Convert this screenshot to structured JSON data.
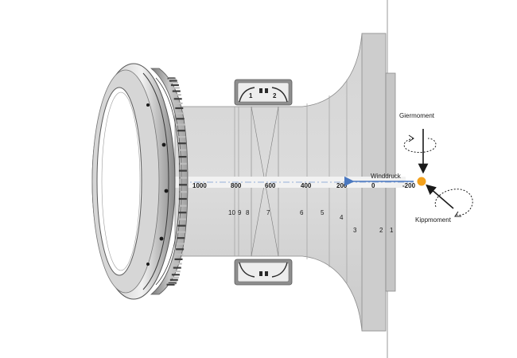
{
  "diagram": {
    "axis_scale": [
      "1000",
      "800",
      "600",
      "400",
      "200",
      "0",
      "-200"
    ],
    "section_numbers": [
      "10",
      "9",
      "8",
      "7",
      "6",
      "5",
      "4",
      "3",
      "2",
      "1"
    ],
    "bearing_rows": [
      "1",
      "2"
    ],
    "wind_label": "Winddruck",
    "yaw_label": "Giermoment",
    "tilt_label": "Kippmoment",
    "colors": {
      "shaft": "#d2d2d2",
      "flange": "#cdcdcd",
      "axis_band": "#f2f2f2",
      "wind_arrow": "#4a78c0",
      "load_point": "#f3a11c",
      "outline": "#8a8a8a",
      "bearing_steel": "#9b9b9b"
    }
  }
}
